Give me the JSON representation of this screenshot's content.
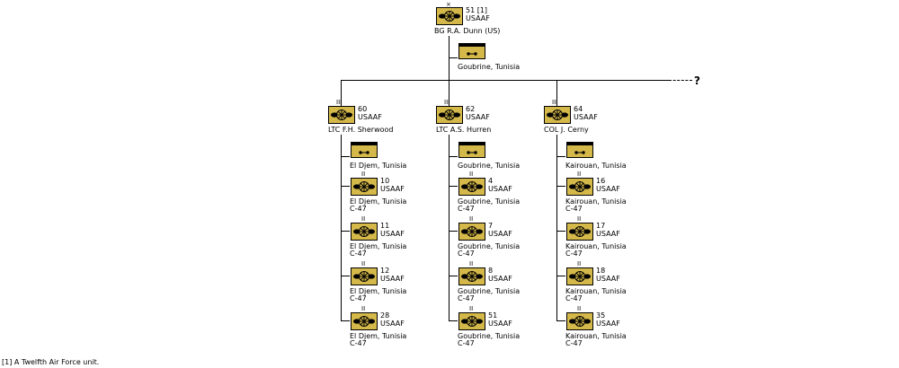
{
  "wing": {
    "echelon": "×",
    "number": "51 [1]",
    "force": "USAAF",
    "commander": "BG  R.A. Dunn (US)",
    "hq_location": "Goubrine, Tunisia"
  },
  "unknown_branch": "? ",
  "groups": [
    {
      "echelon": "III",
      "number": "60",
      "force": "USAAF",
      "commander": "LTC  F.H. Sherwood",
      "hq_location": "El Djem, Tunisia",
      "squadrons": [
        {
          "echelon": "II",
          "number": "10",
          "force": "USAAF",
          "location": "El Djem, Tunisia",
          "aircraft": "C-47"
        },
        {
          "echelon": "II",
          "number": "11",
          "force": "USAAF",
          "location": "El Djem, Tunisia",
          "aircraft": "C-47"
        },
        {
          "echelon": "II",
          "number": "12",
          "force": "USAAF",
          "location": "El Djem, Tunisia",
          "aircraft": "C-47"
        },
        {
          "echelon": "II",
          "number": "28",
          "force": "USAAF",
          "location": "El Djem, Tunisia",
          "aircraft": "C-47"
        }
      ]
    },
    {
      "echelon": "III",
      "number": "62",
      "force": "USAAF",
      "commander": "LTC  A.S. Hurren",
      "hq_location": "Goubrine, Tunisia",
      "squadrons": [
        {
          "echelon": "II",
          "number": "4",
          "force": "USAAF",
          "location": "Goubrine, Tunisia",
          "aircraft": "C-47"
        },
        {
          "echelon": "II",
          "number": "7",
          "force": "USAAF",
          "location": "Goubrine, Tunisia",
          "aircraft": "C-47"
        },
        {
          "echelon": "II",
          "number": "8",
          "force": "USAAF",
          "location": "Goubrine, Tunisia",
          "aircraft": "C-47"
        },
        {
          "echelon": "II",
          "number": "51",
          "force": "USAAF",
          "location": "Goubrine, Tunisia",
          "aircraft": "C-47"
        }
      ]
    },
    {
      "echelon": "III",
      "number": "64",
      "force": "USAAF",
      "commander": "COL  J. Cerny",
      "hq_location": "Kairouan, Tunisia",
      "squadrons": [
        {
          "echelon": "II",
          "number": "16",
          "force": "USAAF",
          "location": "Kairouan, Tunisia",
          "aircraft": "C-47"
        },
        {
          "echelon": "II",
          "number": "17",
          "force": "USAAF",
          "location": "Kairouan, Tunisia",
          "aircraft": "C-47"
        },
        {
          "echelon": "II",
          "number": "18",
          "force": "USAAF",
          "location": "Kairouan, Tunisia",
          "aircraft": "C-47"
        },
        {
          "echelon": "II",
          "number": "35",
          "force": "USAAF",
          "location": "Kairouan, Tunisia",
          "aircraft": "C-47"
        }
      ]
    }
  ],
  "footnote": "[1] A Twelfth Air Force unit.",
  "colors": {
    "unit_fill": "#d4b84a",
    "line": "#000000"
  },
  "icons": {
    "unit": "air-transport-icon",
    "hq": "hq-icon"
  }
}
